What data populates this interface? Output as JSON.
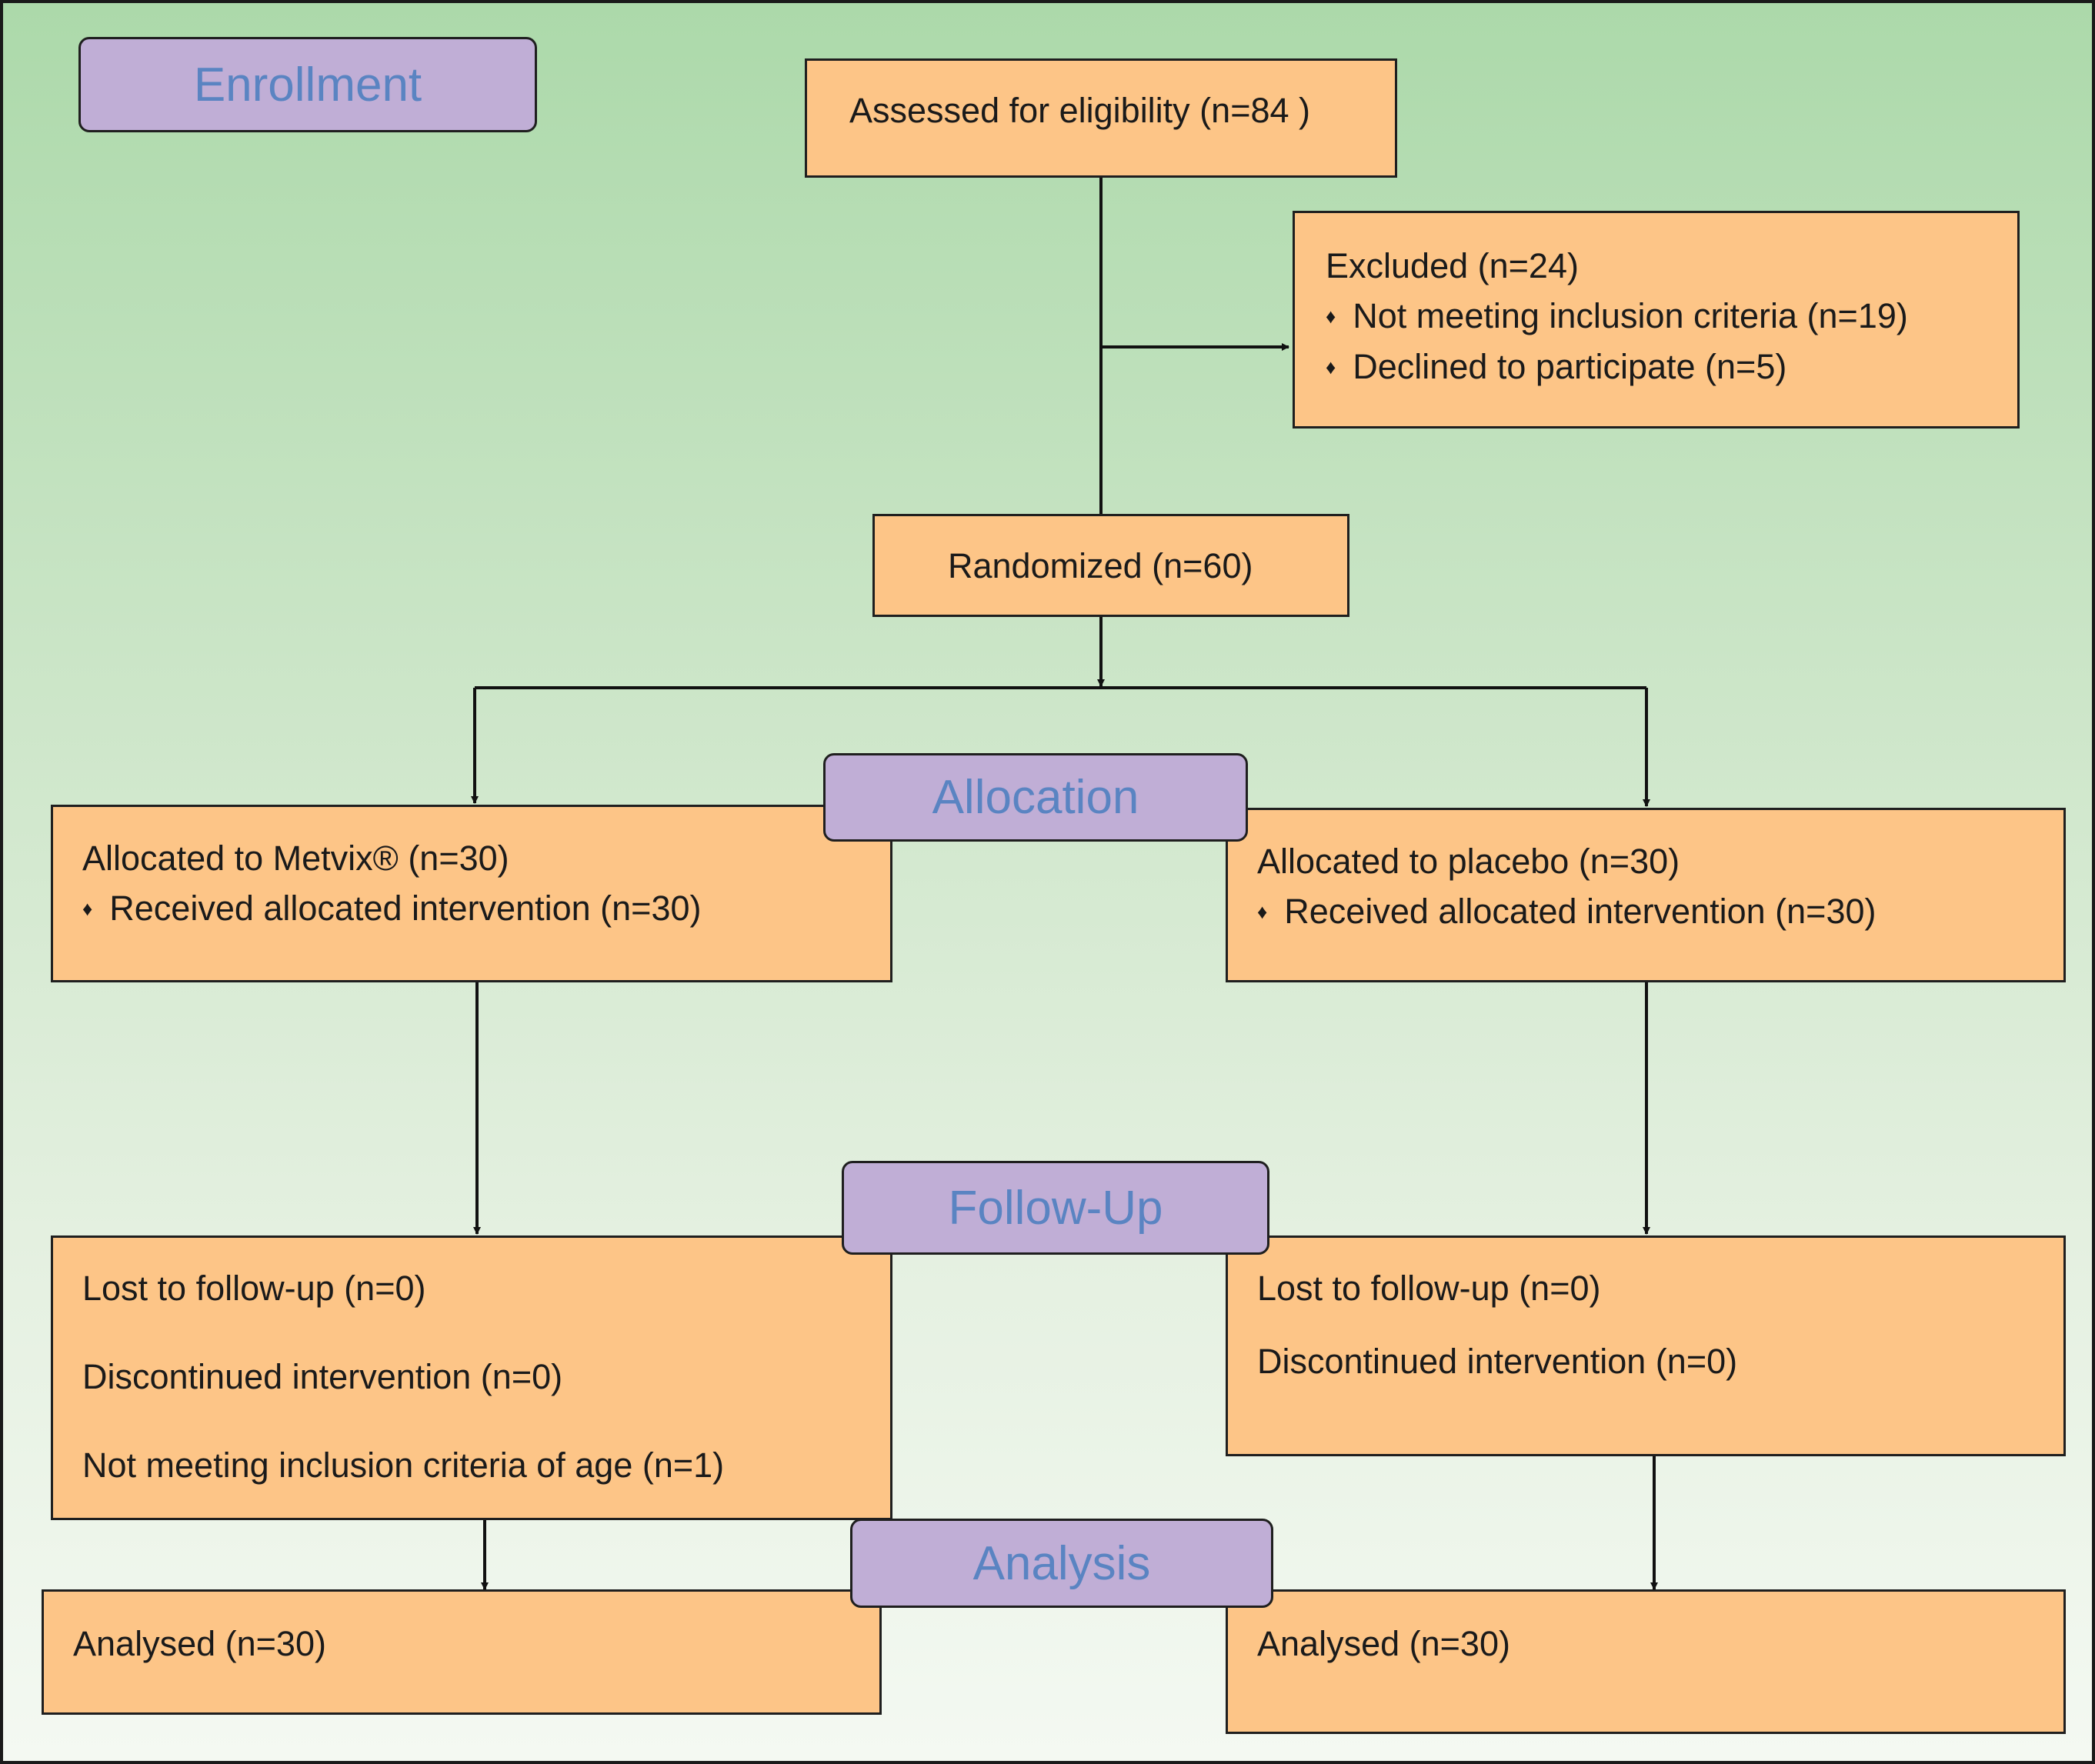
{
  "stages": {
    "enrollment": "Enrollment",
    "allocation": "Allocation",
    "follow_up": "Follow-Up",
    "analysis": "Analysis"
  },
  "assessed": "Assessed for eligibility (n=84  )",
  "excluded": {
    "title": "Excluded  (n=24)",
    "items": [
      "Not meeting inclusion criteria (n=19)",
      "Declined to participate (n=5)"
    ]
  },
  "randomized": "Randomized (n=60)",
  "allocation": {
    "metvix": {
      "title": "Allocated to Metvix® (n=30)",
      "item": "Received allocated intervention (n=30)"
    },
    "placebo": {
      "title": "Allocated to placebo (n=30)",
      "item": "Received allocated intervention (n=30)"
    }
  },
  "follow_up": {
    "metvix": [
      "Lost to follow-up (n=0)",
      "Discontinued intervention (n=0)",
      "Not meeting inclusion criteria of age (n=1)"
    ],
    "placebo": [
      "Lost to follow-up (n=0)",
      "Discontinued intervention (n=0)"
    ]
  },
  "analysis": {
    "metvix": "Analysed  (n=30)",
    "placebo": "Analysed  (n=30)"
  },
  "colors": {
    "box_fill": "#fdc587",
    "stage_fill": "#c0aed6",
    "stage_text": "#5a84c2",
    "line": "#111111"
  }
}
